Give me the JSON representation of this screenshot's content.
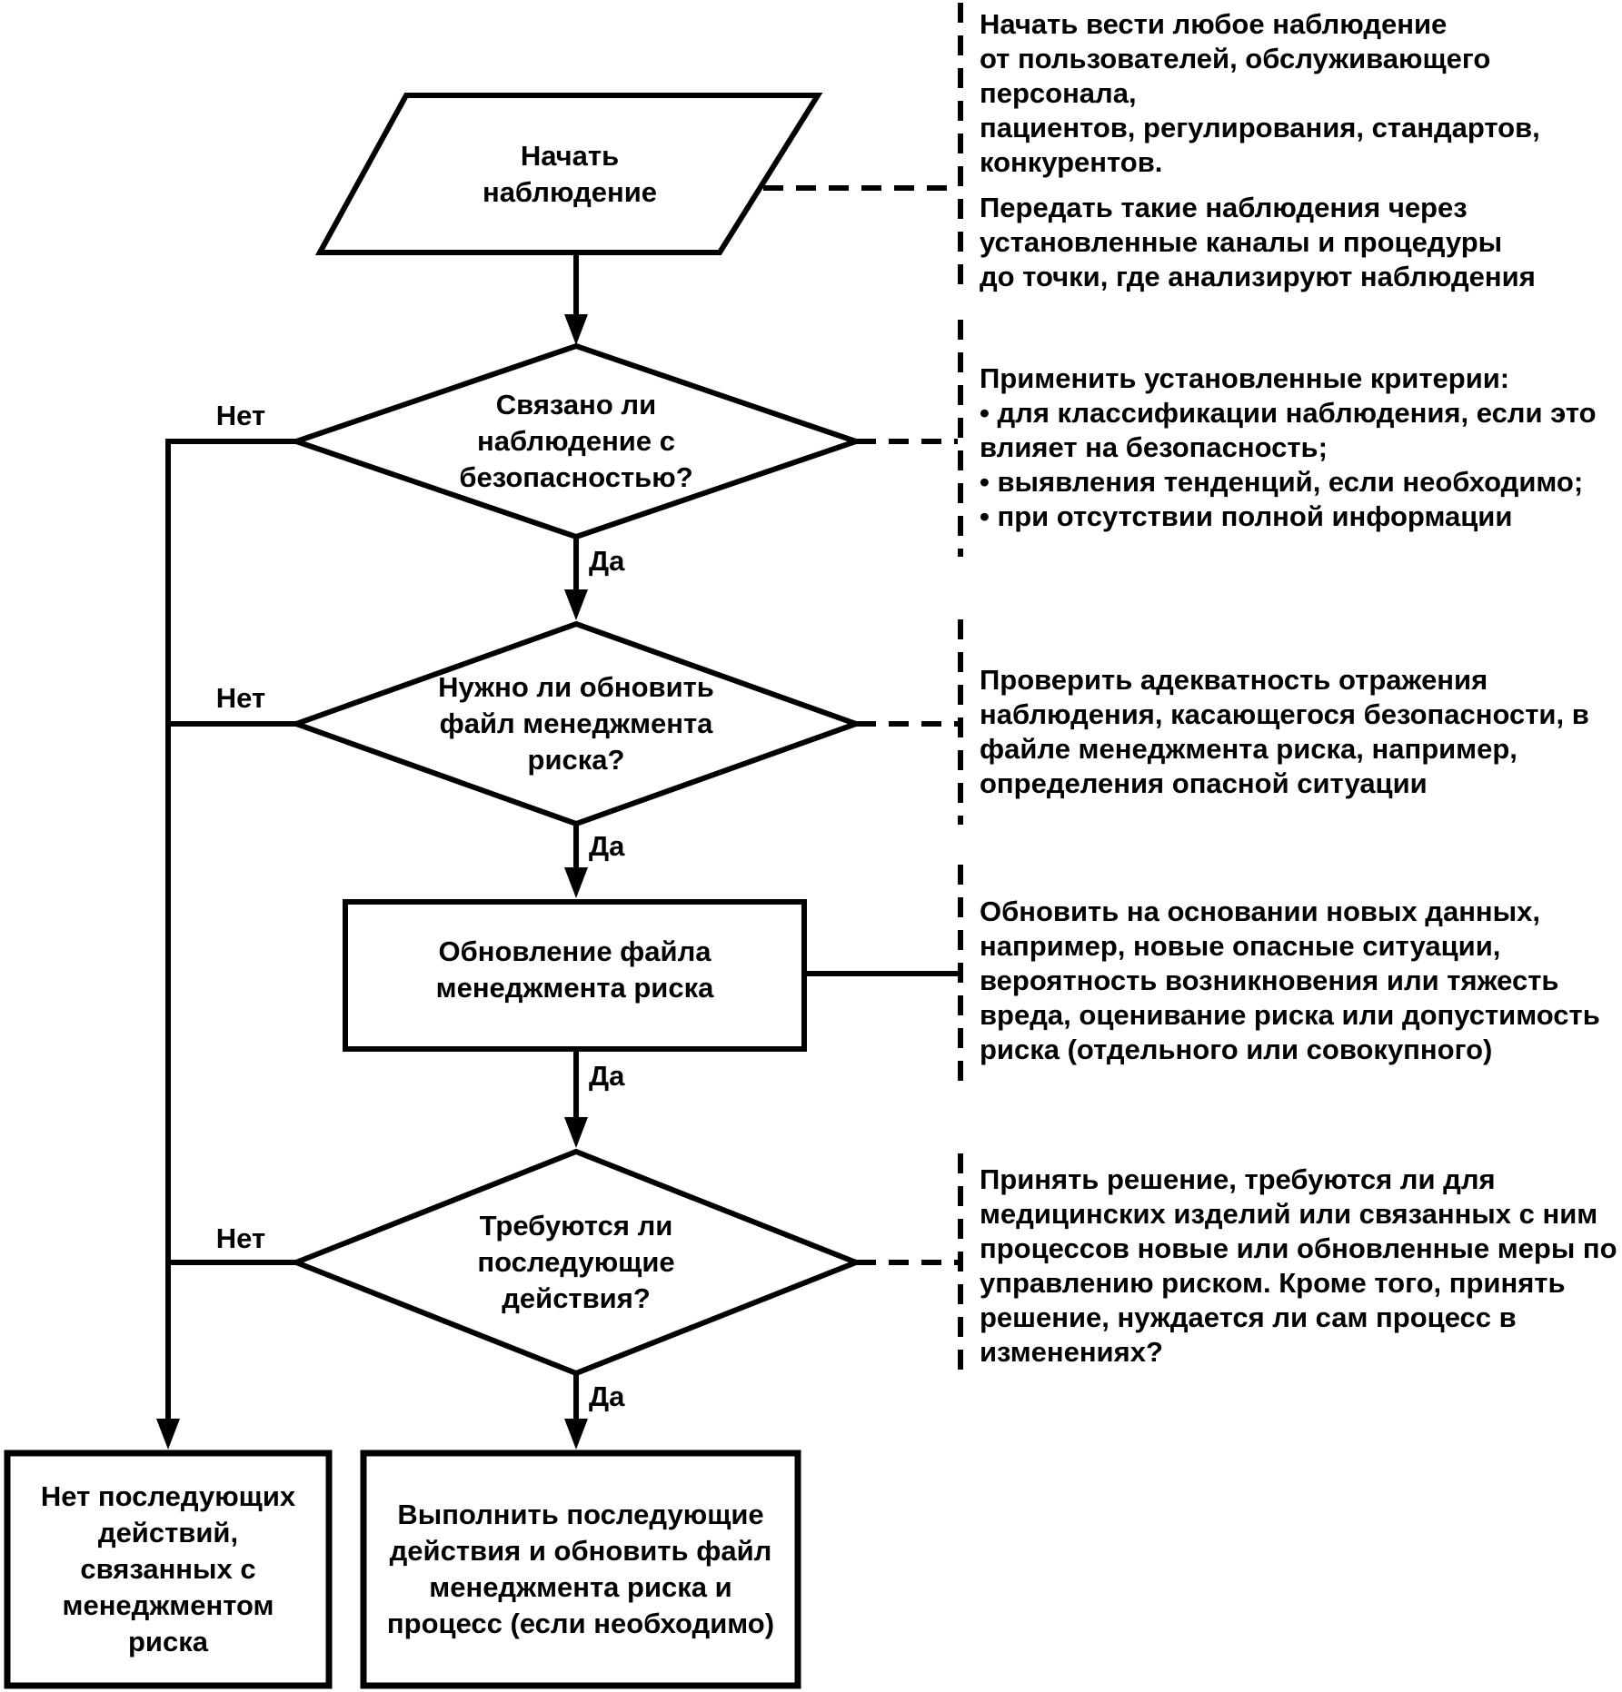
{
  "flowchart": {
    "nodes": {
      "start": {
        "shape": "parallelogram",
        "label": "Начать\nнаблюдение"
      },
      "decision1": {
        "shape": "diamond",
        "label": "Связано ли\nнаблюдение с\nбезопасностью?"
      },
      "decision2": {
        "shape": "diamond",
        "label": "Нужно ли обновить\nфайл менеджмента\nриска?"
      },
      "update": {
        "shape": "rectangle",
        "label": "Обновление файла\nменеджмента риска"
      },
      "decision3": {
        "shape": "diamond",
        "label": "Требуются ли\nпоследующие\nдействия?"
      },
      "no_followup": {
        "shape": "rectangle",
        "label": "Нет последующих\nдействий,\nсвязанных с\nменеджментом\nриска"
      },
      "do_followup": {
        "shape": "rectangle",
        "label": "Выполнить последующие\nдействия и обновить файл\nменеджмента риска и\nпроцесс (если необходимо)"
      }
    },
    "edge_labels": {
      "yes": "Да",
      "no": "Нет"
    },
    "colors": {
      "line": "#000000",
      "background": "#ffffff",
      "text": "#000000"
    }
  },
  "annotations": [
    "Начать вести любое наблюдение\nот пользователей, обслуживающего персонала,\nпациентов, регулирования, стандартов,\nконкурентов.",
    "Передать такие наблюдения через\nустановленные каналы и процедуры\nдо точки, где анализируют наблюдения",
    "Применить установленные критерии:\n• для классификации наблюдения, если это\nвлияет на безопасность;\n• выявления тенденций, если необходимо;\n• при отсутствии полной информации",
    "Проверить адекватность отражения\nнаблюдения, касающегося безопасности, в\nфайле менеджмента риска, например,\nопределения опасной ситуации",
    "Обновить на основании новых данных,\nнапример, новые опасные ситуации,\nвероятность возникновения или тяжесть\nвреда, оценивание риска или допустимость\nриска (отдельного или совокупного)",
    "Принять решение, требуются ли для\nмедицинских изделий или связанных с ним\nпроцессов новые или обновленные меры по\nуправлению риском. Кроме того, принять\nрешение, нуждается ли сам процесс в\nизменениях?"
  ]
}
